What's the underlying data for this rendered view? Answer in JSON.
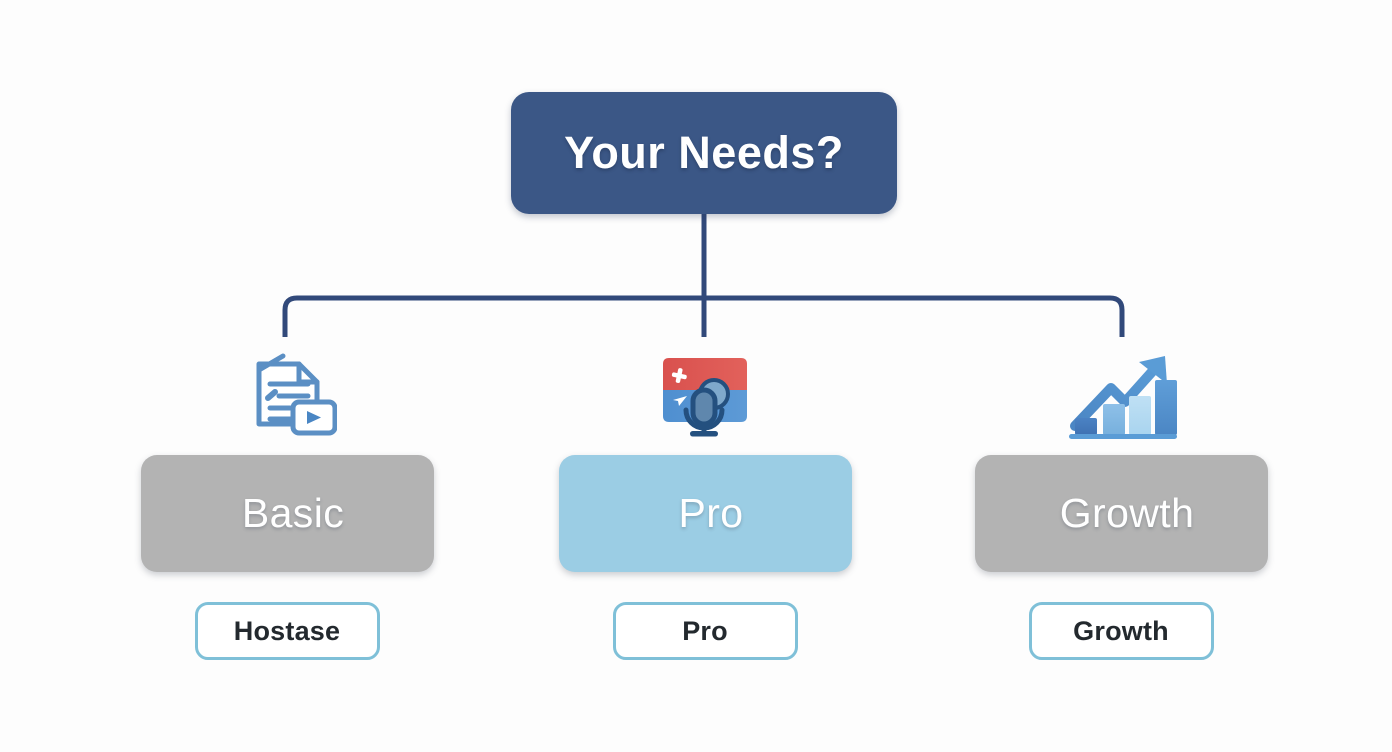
{
  "diagram": {
    "title": "Your Needs? decision tree",
    "background_color": "#fdfdfd",
    "root": {
      "label": "Your Needs?",
      "fill_color": "#3b5786",
      "text_color": "#ffffff"
    },
    "connector": {
      "color": "#31497a",
      "style": "orthogonal-tree"
    },
    "branches": [
      {
        "icon_name": "document-video-icon",
        "icon_description": "document with text lines and video play overlay",
        "icon_color": "#5b8fc4",
        "tier_label": "Basic",
        "tier_fill_color": "#b3b3b3",
        "tier_text_color": "#ffffff",
        "pill_label": "Hostase",
        "pill_border_color": "#7fc0d8",
        "pill_text_color": "#23292e"
      },
      {
        "icon_name": "microphone-broadcast-icon",
        "icon_description": "red and blue card with microphone and search bubble",
        "icon_color": "#2f5580",
        "tier_label": "Pro",
        "tier_fill_color": "#9bcde4",
        "tier_text_color": "#ffffff",
        "pill_label": "Pro",
        "pill_border_color": "#7fc0d8",
        "pill_text_color": "#23292e"
      },
      {
        "icon_name": "growth-chart-icon",
        "icon_description": "ascending bar chart with rising trend arrow",
        "icon_color": "#5590c9",
        "tier_label": "Growth",
        "tier_fill_color": "#b3b3b3",
        "tier_text_color": "#ffffff",
        "pill_label": "Growth",
        "pill_border_color": "#7fc0d8",
        "pill_text_color": "#23292e"
      }
    ]
  }
}
